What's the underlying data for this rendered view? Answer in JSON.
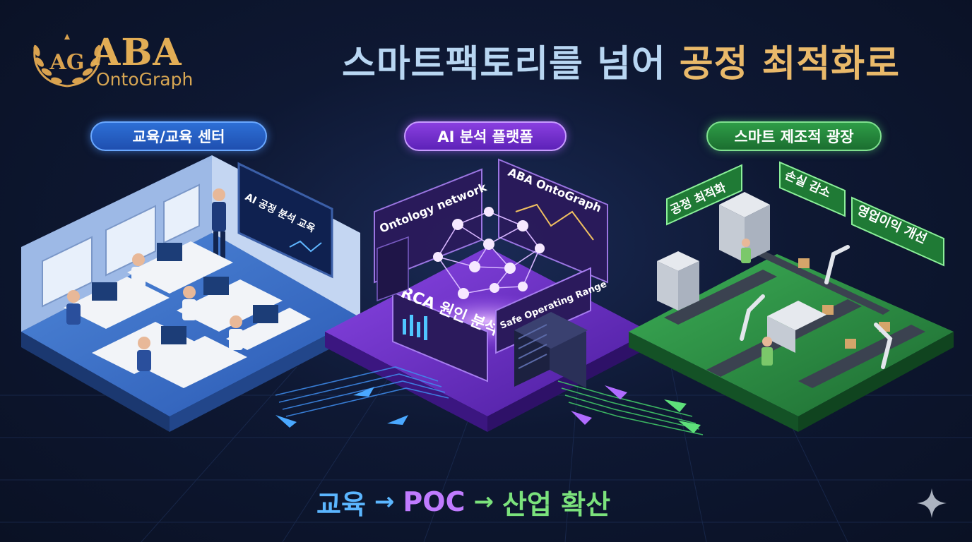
{
  "brand": {
    "name": "ABA",
    "sub": "OntoGraph",
    "monogram": "AG",
    "color": "#e2ad55"
  },
  "title": {
    "part1": "스마트팩토리를 넘어",
    "part2": "공정 최적화로"
  },
  "sections": {
    "education": {
      "label": "교육/교육 센터",
      "screen": "AI 공정 분석 교육",
      "color": "#2d6fd6"
    },
    "platform": {
      "label": "AI 분석 플랫폼",
      "panel_ontology": "Ontology network",
      "panel_brand": "ABA OntoGraph",
      "panel_rca": "RCA 원인 분석",
      "panel_safe": "Safe Operating Range",
      "color": "#7a34d6"
    },
    "factory": {
      "label": "스마트 제조적 광장",
      "sign1": "공정 최적화",
      "sign2": "손실 감소",
      "sign3": "영업이익 개선",
      "color": "#2e9d47"
    }
  },
  "tagline": {
    "step1": "교육",
    "arrow": "→",
    "step2": "POC",
    "step3": "산업 확산"
  },
  "icons": {
    "corner": "sparkle-icon",
    "logo": "laurel-wreath-icon"
  }
}
